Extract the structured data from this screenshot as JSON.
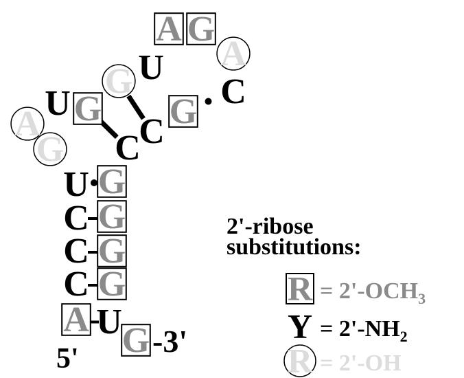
{
  "legend": {
    "title_line1": "2'-ribose",
    "title_line2": "substitutions:",
    "items": [
      {
        "symbol": "R",
        "style": "box",
        "text": "= 2'-OCH",
        "sub": "3"
      },
      {
        "symbol": "Y",
        "style": "plain",
        "text": "= 2'-NH",
        "sub": "2"
      },
      {
        "symbol": "R",
        "style": "circle",
        "text": "= 2'-OH",
        "sub": ""
      }
    ]
  },
  "strand_labels": {
    "five_prime": "5'",
    "three_prime": "-3'"
  },
  "nucleotides": [
    {
      "id": "A1",
      "base": "A",
      "style": "box"
    },
    {
      "id": "G2",
      "base": "G",
      "style": "box"
    },
    {
      "id": "A3",
      "base": "A",
      "style": "circle"
    },
    {
      "id": "C4",
      "base": "C",
      "style": "plain"
    },
    {
      "id": "U5",
      "base": "U",
      "style": "plain"
    },
    {
      "id": "G6",
      "base": "G",
      "style": "circle"
    },
    {
      "id": "G7",
      "base": "G",
      "style": "box"
    },
    {
      "id": "U8",
      "base": "U",
      "style": "plain"
    },
    {
      "id": "A9",
      "base": "A",
      "style": "circle"
    },
    {
      "id": "G10",
      "base": "G",
      "style": "circle"
    },
    {
      "id": "C11",
      "base": "C",
      "style": "plain"
    },
    {
      "id": "C12",
      "base": "C",
      "style": "plain"
    },
    {
      "id": "G13",
      "base": "G",
      "style": "box"
    },
    {
      "id": "U14",
      "base": "U",
      "style": "plain"
    },
    {
      "id": "G15",
      "base": "G",
      "style": "box"
    },
    {
      "id": "C16",
      "base": "C",
      "style": "plain"
    },
    {
      "id": "G17",
      "base": "G",
      "style": "box"
    },
    {
      "id": "C18",
      "base": "C",
      "style": "plain"
    },
    {
      "id": "G19",
      "base": "G",
      "style": "box"
    },
    {
      "id": "C20",
      "base": "C",
      "style": "plain"
    },
    {
      "id": "G21",
      "base": "G",
      "style": "box"
    },
    {
      "id": "A22",
      "base": "A",
      "style": "box"
    },
    {
      "id": "U23",
      "base": "U",
      "style": "plain"
    },
    {
      "id": "G24",
      "base": "G",
      "style": "box"
    }
  ],
  "pairs": [
    {
      "a": "G6",
      "b": "C12",
      "type": "bar"
    },
    {
      "a": "G7",
      "b": "C11",
      "type": "bar"
    },
    {
      "a": "C4",
      "b": "G13",
      "type": "dot"
    },
    {
      "a": "U14",
      "b": "G15",
      "type": "dot"
    },
    {
      "a": "C16",
      "b": "G17",
      "type": "dash"
    },
    {
      "a": "C18",
      "b": "G19",
      "type": "dash"
    },
    {
      "a": "C20",
      "b": "G21",
      "type": "dash"
    },
    {
      "a": "A22",
      "b": "U23",
      "type": "dash"
    }
  ]
}
